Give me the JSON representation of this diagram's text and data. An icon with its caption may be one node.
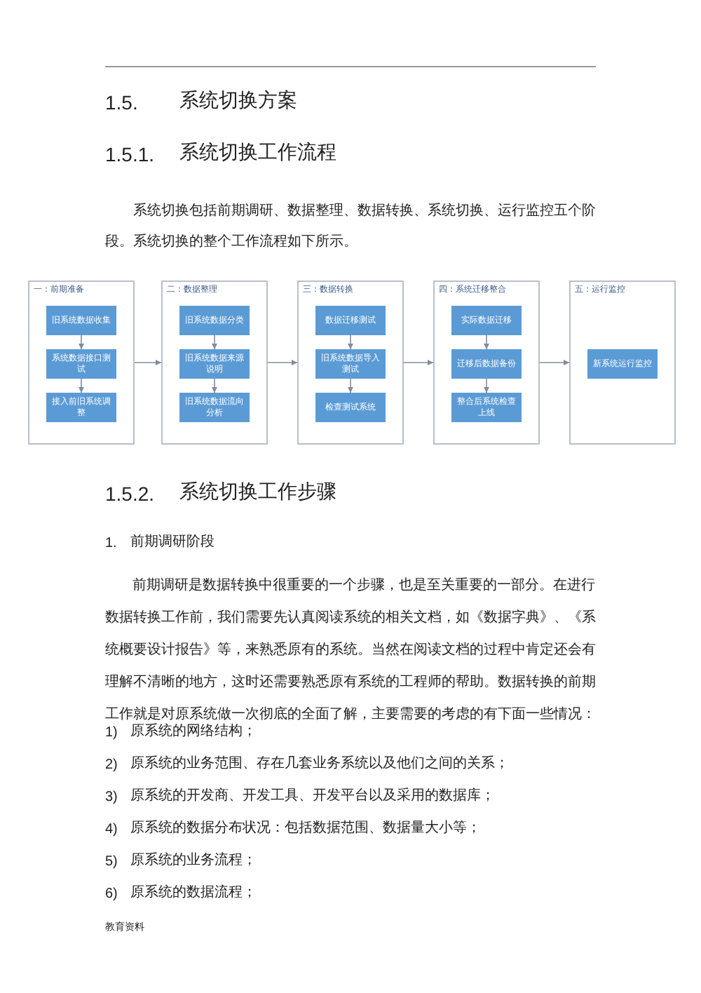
{
  "diagram": {
    "nodes": [
      {
        "text": [
          "一：前期准备"
        ]
      },
      {
        "text": [
          "旧系统数据收集"
        ],
        "in": 0
      },
      {
        "text": [
          "系统数据接口测试"
        ],
        "in": 0
      },
      {
        "text": [
          "接入前旧系统调整"
        ],
        "in": 0
      },
      {
        "text": [
          "二：数据整理"
        ]
      },
      {
        "text": [
          "旧系统数据分类"
        ],
        "in": 4
      },
      {
        "text": [
          "旧系统数据来源说明"
        ],
        "in": 4
      },
      {
        "text": [
          "旧系统数据流向分析"
        ],
        "in": 4
      },
      {
        "text": [
          "三：数据转换"
        ]
      },
      {
        "text": [
          "数据迁移测试"
        ],
        "in": 8
      },
      {
        "text": [
          "旧系统数据导入测试"
        ],
        "in": 8
      },
      {
        "text": [
          "检查测试系统"
        ],
        "in": 8
      },
      {
        "text": [
          "四：系统迁移整合"
        ]
      },
      {
        "text": [
          "实际数据迁移"
        ],
        "in": 12
      },
      {
        "text": [
          "迁移后数据备份"
        ],
        "in": 12
      },
      {
        "text": [
          "整合后系统检查上线"
        ],
        "in": 12
      },
      {
        "text": [
          "五：运行监控"
        ]
      },
      {
        "text": [
          "新系统运行监控"
        ],
        "in": 16
      }
    ],
    "edges": [
      {
        "from": 1,
        "to": 2,
        "arrow": "to"
      },
      {
        "from": 2,
        "to": 3,
        "arrow": "to"
      },
      {
        "from": 0,
        "to": 4,
        "arrow": "to"
      },
      {
        "from": 5,
        "to": 6,
        "arrow": "to"
      },
      {
        "from": 6,
        "to": 7,
        "arrow": "to"
      },
      {
        "from": 4,
        "to": 8,
        "arrow": "to"
      },
      {
        "from": 9,
        "to": 10,
        "arrow": "to"
      },
      {
        "from": 10,
        "to": 11,
        "arrow": "to"
      },
      {
        "from": 8,
        "to": 12,
        "arrow": "to"
      },
      {
        "from": 13,
        "to": 14,
        "arrow": "to"
      },
      {
        "from": 14,
        "to": 15,
        "arrow": "to"
      },
      {
        "from": 12,
        "to": 16,
        "arrow": "to"
      }
    ],
    "labels": [
      "1.5.",
      "系统切换方案",
      "1.5.1.",
      "系统切换工作流程",
      "系统切换包括前期调研、数据整理、数据转换、系统切换、运行监控五个阶段。系统切换的整个工作流程如下所示。",
      "1.5.2.",
      "系统切换工作步骤",
      "1.",
      "前期调研阶段",
      "前期调研是数据转换中很重要的一个步骤，也是至关重要的一部分。在进行数据转换工作前，我们需要先认真阅读系统的相关文档，如《数据字典》、《系统概要设计报告》等，来熟悉原有的系统。当然在阅读文档的过程中肯定还会有理解不清晰的地方，这时还需要熟悉原有系统的工程师的帮助。数据转换的前期工作就是对原系统做一次彻底的全面了解，主要需要的考虑的有下面一些情况：",
      "1)",
      "原系统的网络结构；",
      "2)",
      "原系统的业务范围、存在几套业务系统以及他们之间的关系；",
      "3)",
      "原系统的开发商、开发工具、开发平台以及采用的数据库；",
      "4)",
      "原系统的数据分布状况：包括数据范围、数据量大小等；",
      "5)",
      "原系统的业务流程；",
      "6)",
      "原系统的数据流程；",
      "教育资料"
    ]
  }
}
